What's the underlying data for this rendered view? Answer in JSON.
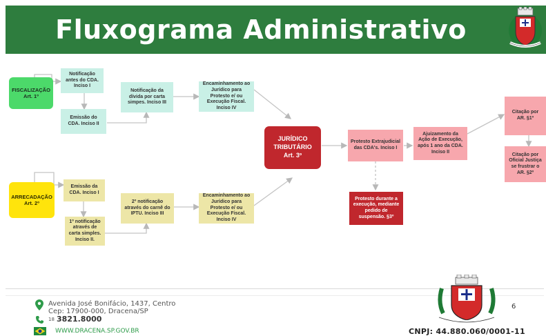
{
  "header": {
    "title": "Fluxograma Administrativo"
  },
  "nodes": {
    "fiscalizacao": {
      "title": "FISCALIZAÇÃO",
      "sub": "Art. 1º"
    },
    "notif_antes": {
      "text": "Notificação antes do CDA. Inciso I"
    },
    "emissao_cda_1": {
      "text": "Emissão do CDA. Inciso II"
    },
    "notif_divida": {
      "text": "Notificação da dívida por carta simpes. Inciso III"
    },
    "encaminhamento_1": {
      "text": "Encaminhamento ao Jurídico para Protesto e/ ou Execução Fiscal. Inciso IV"
    },
    "arrecadacao": {
      "title": "ARRECADAÇÃO",
      "sub": "Art. 2º"
    },
    "emissao_cda_2": {
      "text": "Emissão da CDA. Inciso I"
    },
    "notif_1": {
      "text": "1º notificação através de carta simples. Inciso II."
    },
    "notif_2": {
      "text": "2º notificação através do carnê do IPTU. Inciso III"
    },
    "encaminhamento_2": {
      "text": "Encaminhamento ao Jurídico para Protesto e/ ou Execução Fiscal. Inciso IV"
    },
    "juridico": {
      "title": "JURÍDICO TRIBUTÁRIO",
      "sub": "Art. 3º"
    },
    "protesto_extra": {
      "text": "Protesto Extrajudicial das CDA's. Inciso I"
    },
    "ajuizamento": {
      "text": "Ajuizamento da Ação de Execução, após 1 ano da CDA. Inciso II"
    },
    "protesto_durante": {
      "text": "Protesto durante a execução, mediante pedido de suspensão. §3º"
    },
    "citacao_ar": {
      "text": "Citação por AR. §1º"
    },
    "citacao_oficial": {
      "text": "Citação por Oficial Justiça se frustrar o AR. §2º"
    }
  },
  "footer": {
    "address_line1": "Avenida José Bonifácio, 1437, Centro",
    "address_line2": "Cep: 17900-000, Dracena/SP",
    "phone_prefix": "18",
    "phone": "3821.8000",
    "website": "WWW.DRACENA.SP.GOV.BR",
    "cnpj": "CNPJ: 44.880.060/0001-11",
    "page_number": "6"
  },
  "colors": {
    "banner": "#2e7d3e",
    "fiscalizacao": "#4cd96a",
    "arrecadacao": "#ffe40c",
    "juridico": "#c0272d",
    "mint": "#c9f0e6",
    "khaki": "#ede6a7",
    "pink": "#f7a7ad"
  },
  "icons": [
    "location-pin-icon",
    "whatsapp-icon",
    "flag-icon",
    "coat-of-arms-logo"
  ]
}
